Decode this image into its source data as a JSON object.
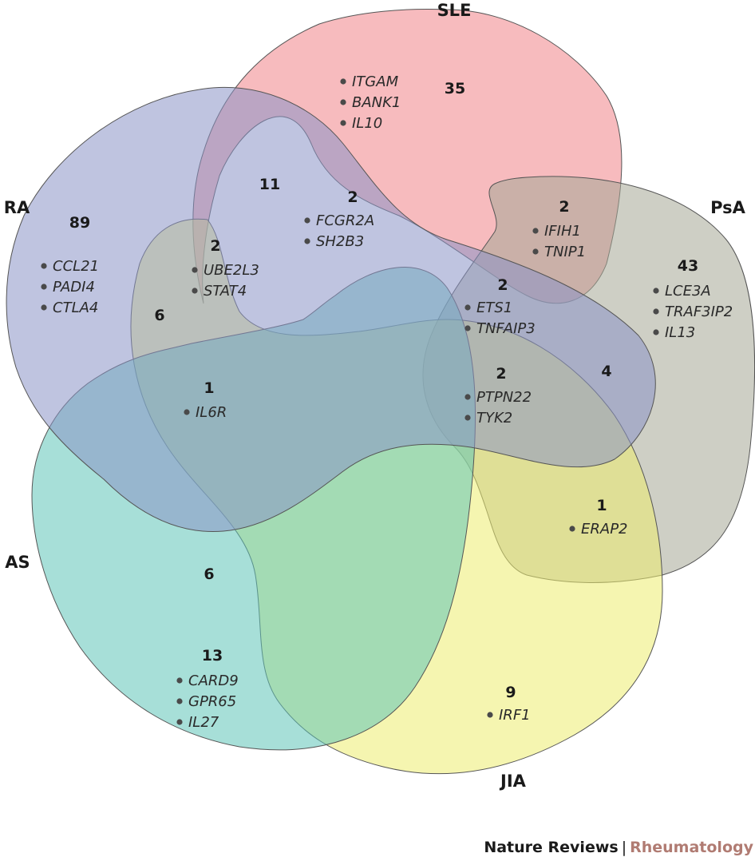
{
  "sets": [
    {
      "id": "sle",
      "label": "SLE",
      "color": "#f08488"
    },
    {
      "id": "psa",
      "label": "PsA",
      "color": "#a5a796"
    },
    {
      "id": "jia",
      "label": "JIA",
      "color": "#ecec70"
    },
    {
      "id": "as",
      "label": "AS",
      "color": "#5ec4b8"
    },
    {
      "id": "ra",
      "label": "RA",
      "color": "#8a94c6"
    }
  ],
  "regions": [
    {
      "count": "35",
      "genes": [
        "ITGAM",
        "BANK1",
        "IL10"
      ]
    },
    {
      "count": "89",
      "genes": [
        "CCL21",
        "PADI4",
        "CTLA4"
      ]
    },
    {
      "count": "43",
      "genes": [
        "LCE3A",
        "TRAF3IP2",
        "IL13"
      ]
    },
    {
      "count": "13",
      "genes": [
        "CARD9",
        "GPR65",
        "IL27"
      ]
    },
    {
      "count": "9",
      "genes": [
        "IRF1"
      ]
    },
    {
      "count": "11",
      "genes": []
    },
    {
      "count": "2",
      "genes": [
        "FCGR2A",
        "SH2B3"
      ]
    },
    {
      "count": "2",
      "genes": [
        "UBE2L3",
        "STAT4"
      ]
    },
    {
      "count": "6",
      "genes": []
    },
    {
      "count": "2",
      "genes": [
        "IFIH1",
        "TNIP1"
      ]
    },
    {
      "count": "2",
      "genes": [
        "ETS1",
        "TNFAIP3"
      ]
    },
    {
      "count": "2",
      "genes": [
        "PTPN22",
        "TYK2"
      ]
    },
    {
      "count": "4",
      "genes": []
    },
    {
      "count": "1",
      "genes": [
        "IL6R"
      ]
    },
    {
      "count": "1",
      "genes": [
        "ERAP2"
      ]
    },
    {
      "count": "6",
      "genes": []
    }
  ],
  "footer": {
    "journal": "Nature Reviews",
    "separator": "|",
    "subject": "Rheumatology"
  }
}
